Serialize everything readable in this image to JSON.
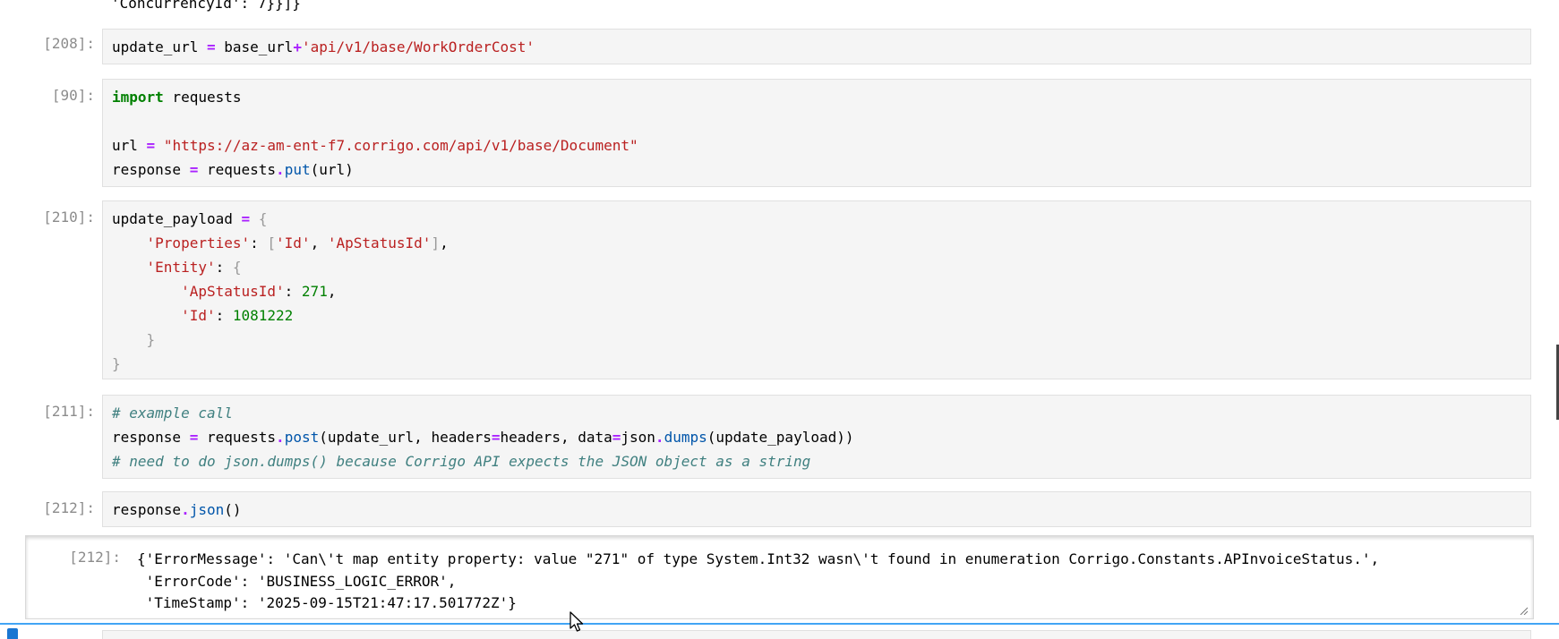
{
  "previous_output_tail": "'ConcurrencyId': 7}}]}",
  "cells": [
    {
      "prompt": "[208]:",
      "lines": [
        "update_url = base_url+'api/v1/base/WorkOrderCost'"
      ]
    },
    {
      "prompt": "[90]:",
      "lines": [
        "import requests",
        "",
        "url = \"https://az-am-ent-f7.corrigo.com/api/v1/base/Document\"",
        "response = requests.put(url)"
      ]
    },
    {
      "prompt": "[210]:",
      "lines": [
        "update_payload = {",
        "    'Properties': ['Id', 'ApStatusId'],",
        "    'Entity': {",
        "        'ApStatusId': 271,",
        "        'Id': 1081222",
        "    }",
        "}"
      ]
    },
    {
      "prompt": "[211]:",
      "lines": [
        "# example call",
        "response = requests.post(update_url, headers=headers, data=json.dumps(update_payload))",
        "# need to do json.dumps() because Corrigo API expects the JSON object as a string"
      ]
    },
    {
      "prompt": "[212]:",
      "lines": [
        "response.json()"
      ]
    }
  ],
  "output": {
    "prompt": "[212]:",
    "lines": [
      "{'ErrorMessage': 'Can\\'t map entity property: value \"271\" of type System.Int32 wasn\\'t found in enumeration Corrigo.Constants.APInvoiceStatus.',",
      " 'ErrorCode': 'BUSINESS_LOGIC_ERROR',",
      " 'TimeStamp': '2025-09-15T21:47:17.501772Z'}"
    ]
  },
  "colors": {
    "keyword": "#008000",
    "string": "#ba2121",
    "operator": "#aa22ff",
    "number": "#008000",
    "function": "#0055aa",
    "comment": "#408080",
    "prompt": "#8c8c8c",
    "active_cell_border": "#42a5f5"
  },
  "icons": {
    "cursor": "mouse-pointer-icon",
    "resize": "resize-handle-icon"
  }
}
